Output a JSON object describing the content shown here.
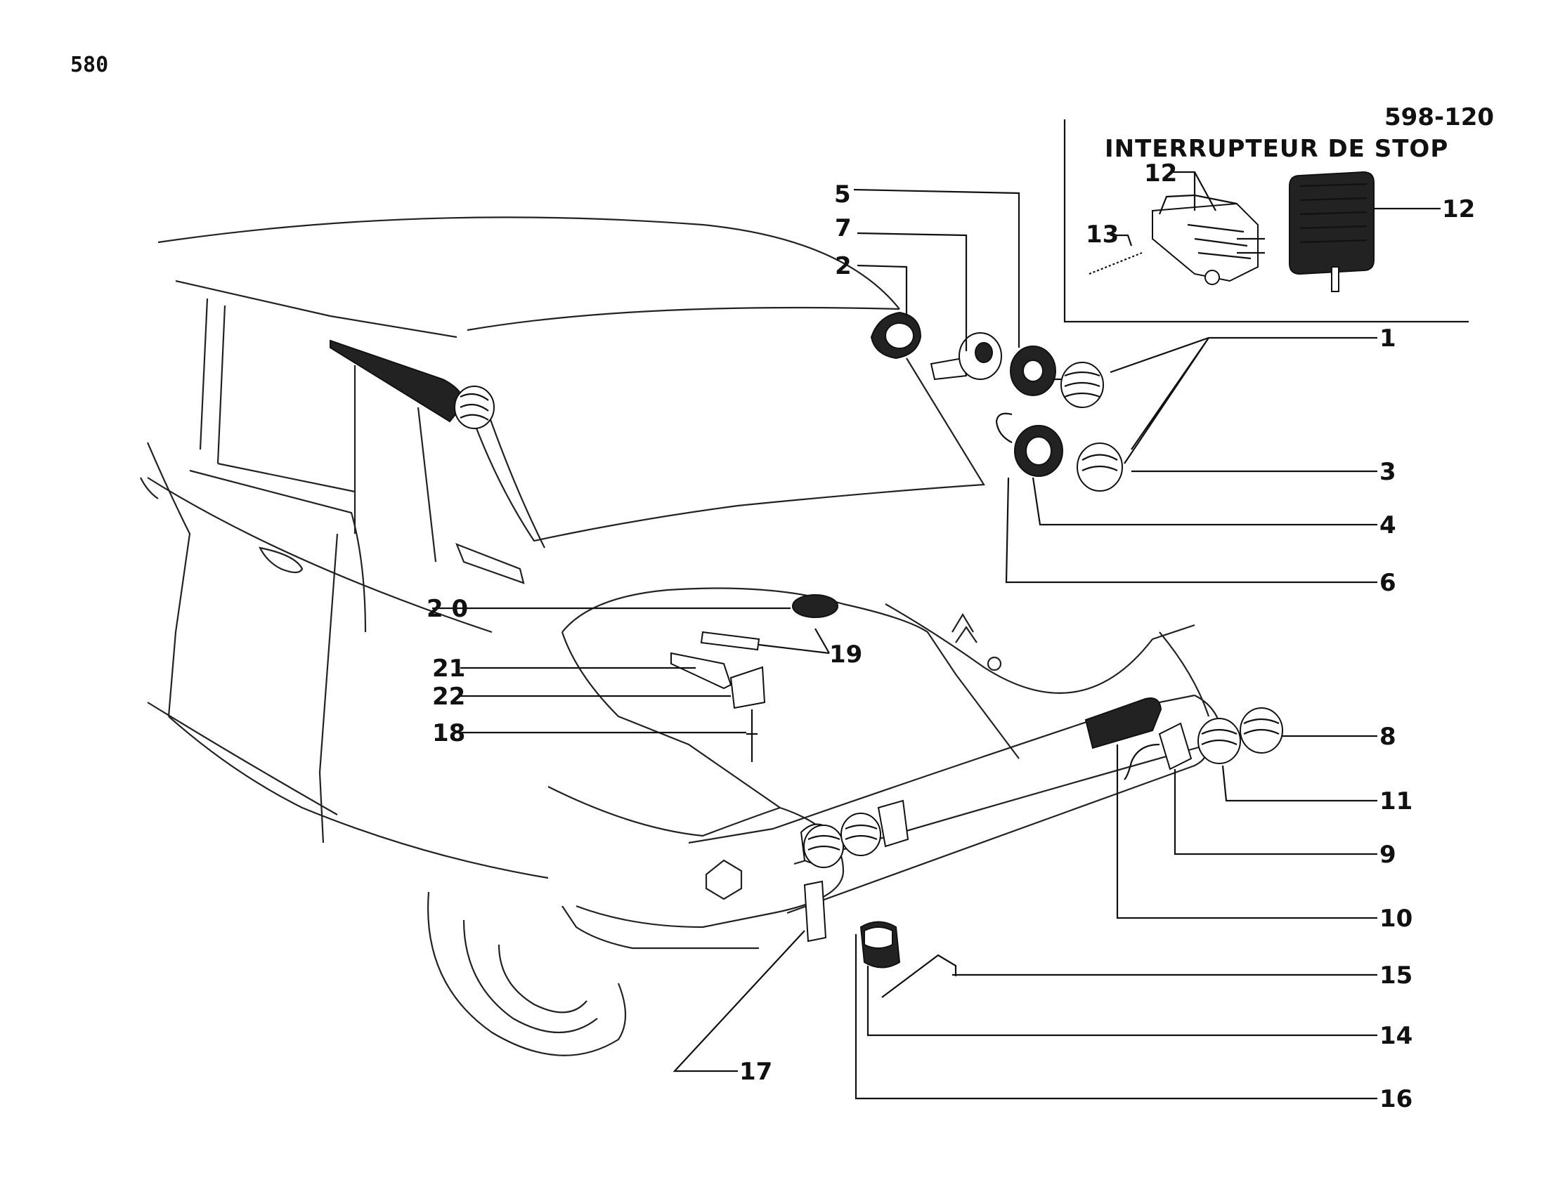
{
  "page_number": "580",
  "reference": "598-120",
  "inset_title": "INTERRUPTEUR DE STOP",
  "labels": {
    "l1": "1",
    "l2": "2",
    "l3": "3",
    "l4": "4",
    "l5": "5",
    "l6": "6",
    "l7": "7",
    "l8": "8",
    "l9": "9",
    "l10": "10",
    "l11": "11",
    "l12a": "12",
    "l12b": "12",
    "l13": "13",
    "l14": "14",
    "l15": "15",
    "l16": "16",
    "l17": "17",
    "l18": "18",
    "l19": "19",
    "l20": "2 0",
    "l21": "21",
    "l22": "22"
  }
}
